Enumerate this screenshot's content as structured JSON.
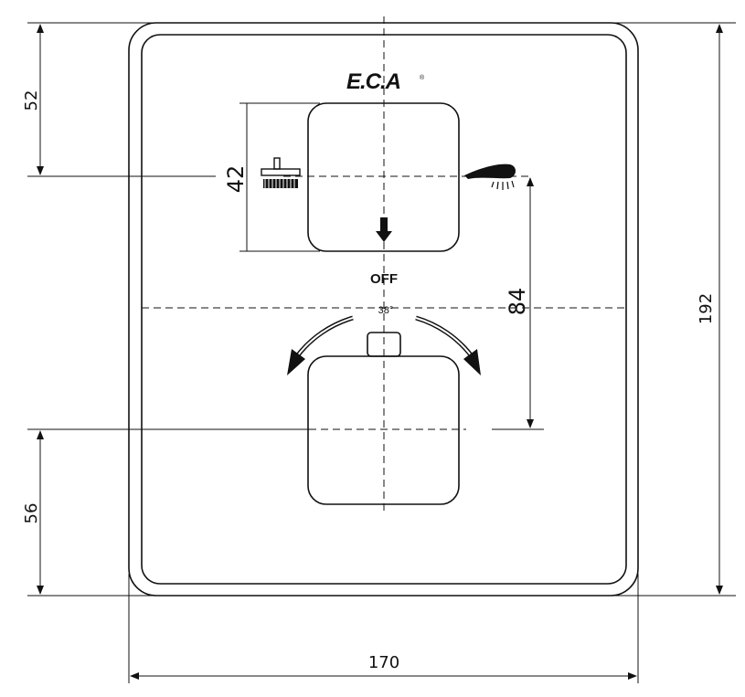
{
  "brand": {
    "logo": "E.C.A",
    "registered": "®"
  },
  "labels": {
    "off": "OFF",
    "temperature": "38°"
  },
  "dimensions": {
    "top_offset": "52",
    "upper_handle_height": "42",
    "handle_spacing": "84",
    "total_height": "192",
    "bottom_offset": "56",
    "total_width": "170"
  },
  "icons": {
    "left": "bath-spout-icon",
    "right": "hand-shower-icon",
    "down_arrow": "down-arrow-icon",
    "rotate_left": "rotate-left-arrow-icon",
    "rotate_right": "rotate-right-arrow-icon"
  }
}
